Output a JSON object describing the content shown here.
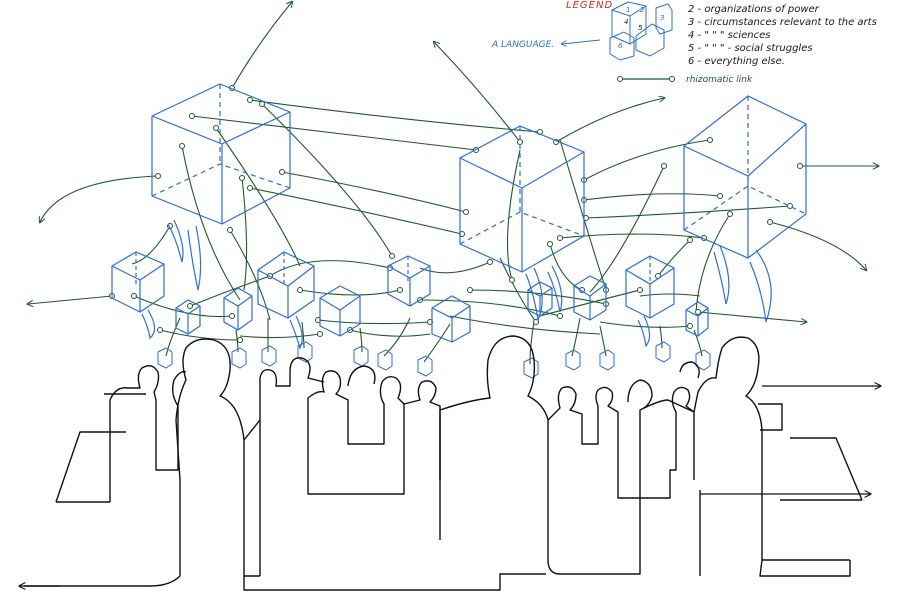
{
  "legend": {
    "title": "LEGEND",
    "items": [
      "2 - organizations of power",
      "3 - circumstances relevant to the arts",
      "4 -  \"        \"        \"  sciences",
      "5 -  \"        \"        \"  - social struggles",
      "6 - everything else."
    ],
    "cube_numbers": [
      "1",
      "2",
      "3",
      "4",
      "5",
      "6"
    ],
    "link_label": "rhizomatic link"
  },
  "language_label": "A LANGUAGE.",
  "colors": {
    "cube": "#2f6fd0",
    "link": "#1e5a2c",
    "people": "#111111",
    "legend_title": "#d42a2a"
  }
}
